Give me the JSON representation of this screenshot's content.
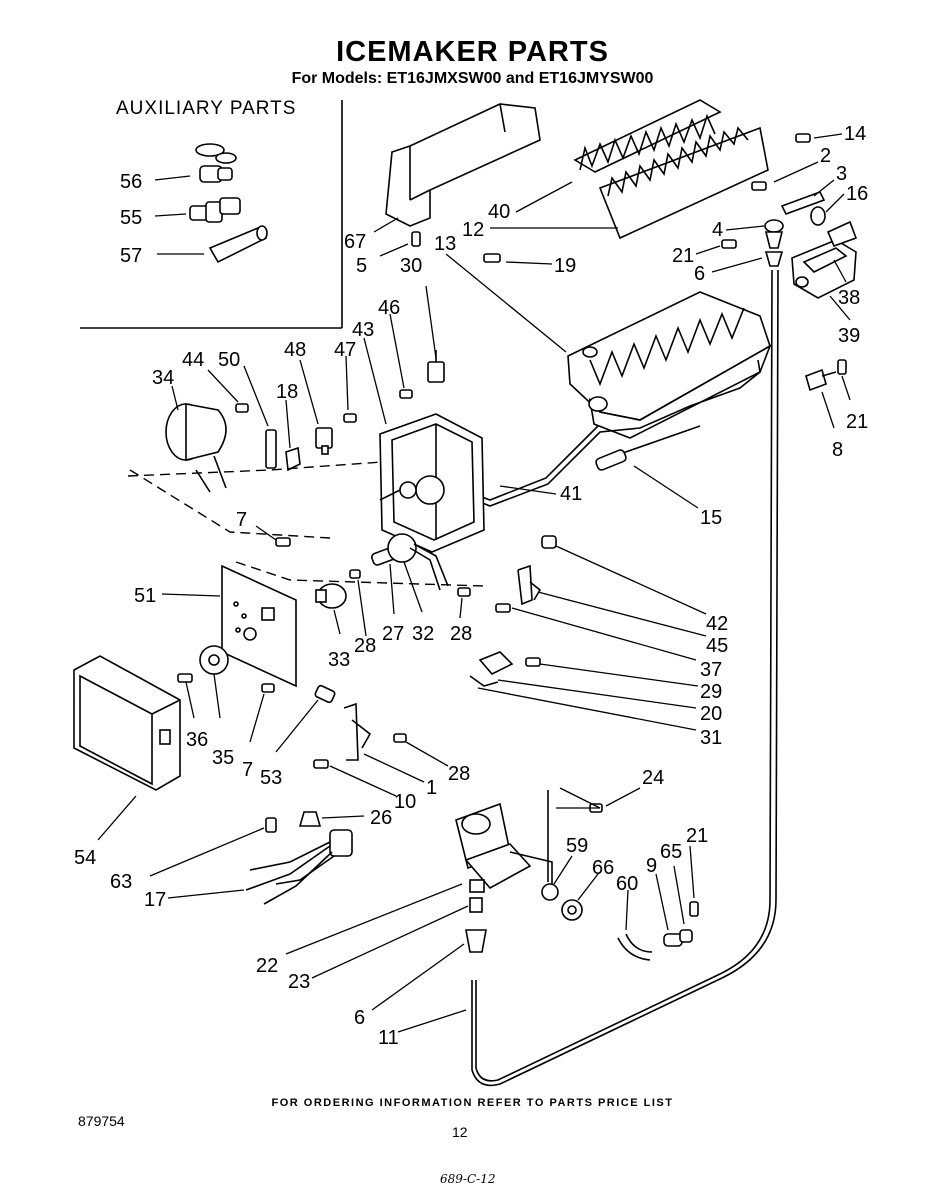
{
  "header": {
    "title": "ICEMAKER PARTS",
    "subtitle": "For Models: ET16JMXSW00 and ET16JMYSW00"
  },
  "auxiliary": {
    "title": "AUXILIARY PARTS"
  },
  "footer": {
    "ordering_note": "FOR ORDERING INFORMATION REFER TO PARTS PRICE LIST",
    "doc_number": "879754",
    "page_number": "12",
    "handwritten": "689-C-12"
  },
  "part_labels": [
    "56",
    "55",
    "57",
    "67",
    "5",
    "30",
    "13",
    "12",
    "40",
    "19",
    "14",
    "2",
    "3",
    "16",
    "4",
    "21",
    "6",
    "38",
    "39",
    "21",
    "8",
    "46",
    "43",
    "44",
    "50",
    "48",
    "47",
    "34",
    "18",
    "41",
    "15",
    "7",
    "51",
    "42",
    "45",
    "37",
    "29",
    "20",
    "31",
    "33",
    "28",
    "27",
    "32",
    "28",
    "36",
    "35",
    "7",
    "53",
    "28",
    "1",
    "10",
    "24",
    "54",
    "26",
    "63",
    "17",
    "59",
    "66",
    "65",
    "21",
    "60",
    "9",
    "22",
    "23",
    "6",
    "11"
  ]
}
